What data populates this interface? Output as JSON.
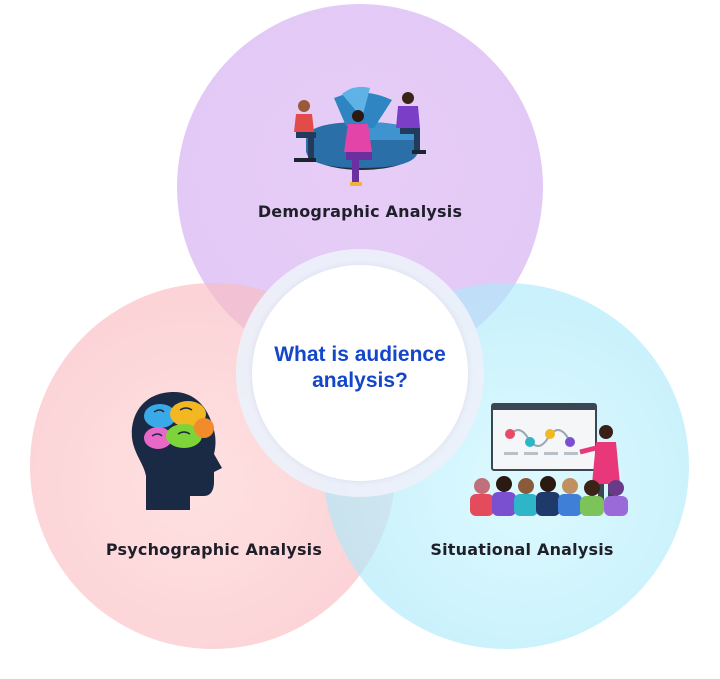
{
  "diagram": {
    "center": {
      "line1": "What is audience",
      "line2": "analysis?"
    },
    "nodes": [
      {
        "label": "Demographic Analysis"
      },
      {
        "label": "Psychographic Analysis"
      },
      {
        "label": "Situational Analysis"
      }
    ]
  },
  "colors": {
    "demographic_circle": "#d8b4f2",
    "psychographic_circle": "#f8bcc2",
    "situational_circle": "#aee8f8",
    "center_text": "#1346c8",
    "label_text": "#1f1f2a"
  },
  "icons": [
    "people-pie-chart-icon",
    "brain-head-icon",
    "presentation-audience-icon"
  ]
}
